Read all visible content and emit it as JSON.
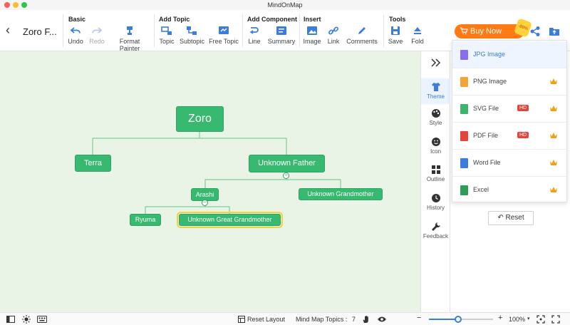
{
  "app": {
    "title": "MindOnMap",
    "doc_title": "Zoro F..."
  },
  "toolbar": {
    "groups": {
      "basic": "Basic",
      "add_topic": "Add Topic",
      "add_component": "Add Component",
      "insert": "Insert",
      "tools": "Tools"
    },
    "undo": "Undo",
    "redo": "Redo",
    "format_painter": "Format Painter",
    "topic": "Topic",
    "subtopic": "Subtopic",
    "free_topic": "Free Topic",
    "line": "Line",
    "summary": "Summary",
    "image": "Image",
    "link": "Link",
    "comments": "Comments",
    "save": "Save",
    "fold": "Fold",
    "buy_now": "Buy Now",
    "buy_badge": "-80%"
  },
  "mindmap": {
    "root": "Zoro",
    "terra": "Terra",
    "unknown_father": "Unknown Father",
    "arashi": "Arashi",
    "unknown_grandmother": "Unknown Grandmother",
    "ryuma": "Ryuma",
    "unknown_great_grandmother": "Unknown Great Grandmother"
  },
  "side_panel": {
    "theme": "Theme",
    "style": "Style",
    "icon": "Icon",
    "outline": "Outline",
    "history": "History",
    "feedback": "Feedback"
  },
  "export_menu": {
    "items": [
      {
        "label": "JPG Image",
        "hd": "",
        "color": "#8a6de9"
      },
      {
        "label": "PNG Image",
        "hd": "",
        "color": "#f1a43a"
      },
      {
        "label": "SVG File",
        "hd": "HD",
        "color": "#3bb56a"
      },
      {
        "label": "PDF File",
        "hd": "HD",
        "color": "#e2463a"
      },
      {
        "label": "Word File",
        "hd": "",
        "color": "#3a7ce0"
      },
      {
        "label": "Excel",
        "hd": "",
        "color": "#2e9e56"
      }
    ]
  },
  "right_panel": {
    "reset": "Reset"
  },
  "statusbar": {
    "reset_layout": "Reset Layout",
    "topics_label": "Mind Map Topics :",
    "topics_count": "7",
    "zoom_minus": "−",
    "zoom_plus": "+",
    "zoom": "100%",
    "zoom_value": 0.45
  },
  "colors": {
    "node": "#38b970",
    "canvas": "#e9f4e6",
    "accent": "#3a7ce0",
    "buy": "#ff7a12"
  }
}
